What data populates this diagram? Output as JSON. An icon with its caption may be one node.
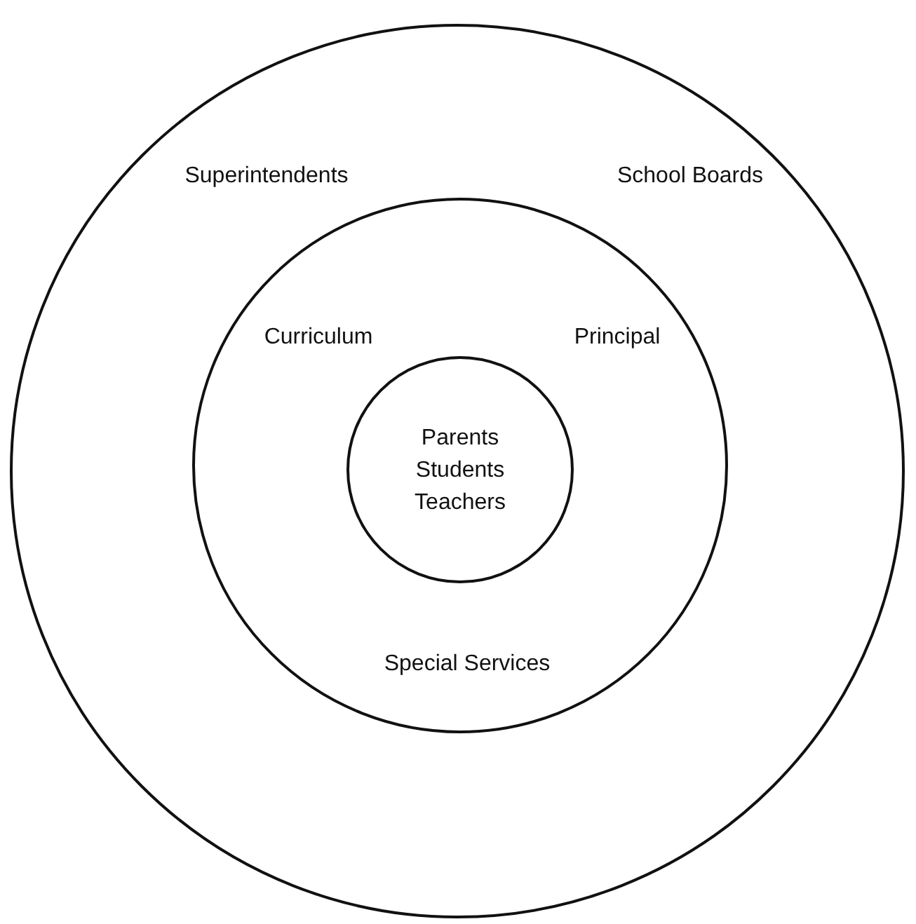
{
  "diagram": {
    "nodes": [
      {
        "text": [
          "Superintendents",
          "School Boards"
        ]
      },
      {
        "text": [
          "Curriculum",
          "Principal",
          "Special Services"
        ],
        "in": 0
      },
      {
        "text": [
          "Parents",
          "Students",
          "Teachers"
        ],
        "in": 1
      }
    ]
  }
}
